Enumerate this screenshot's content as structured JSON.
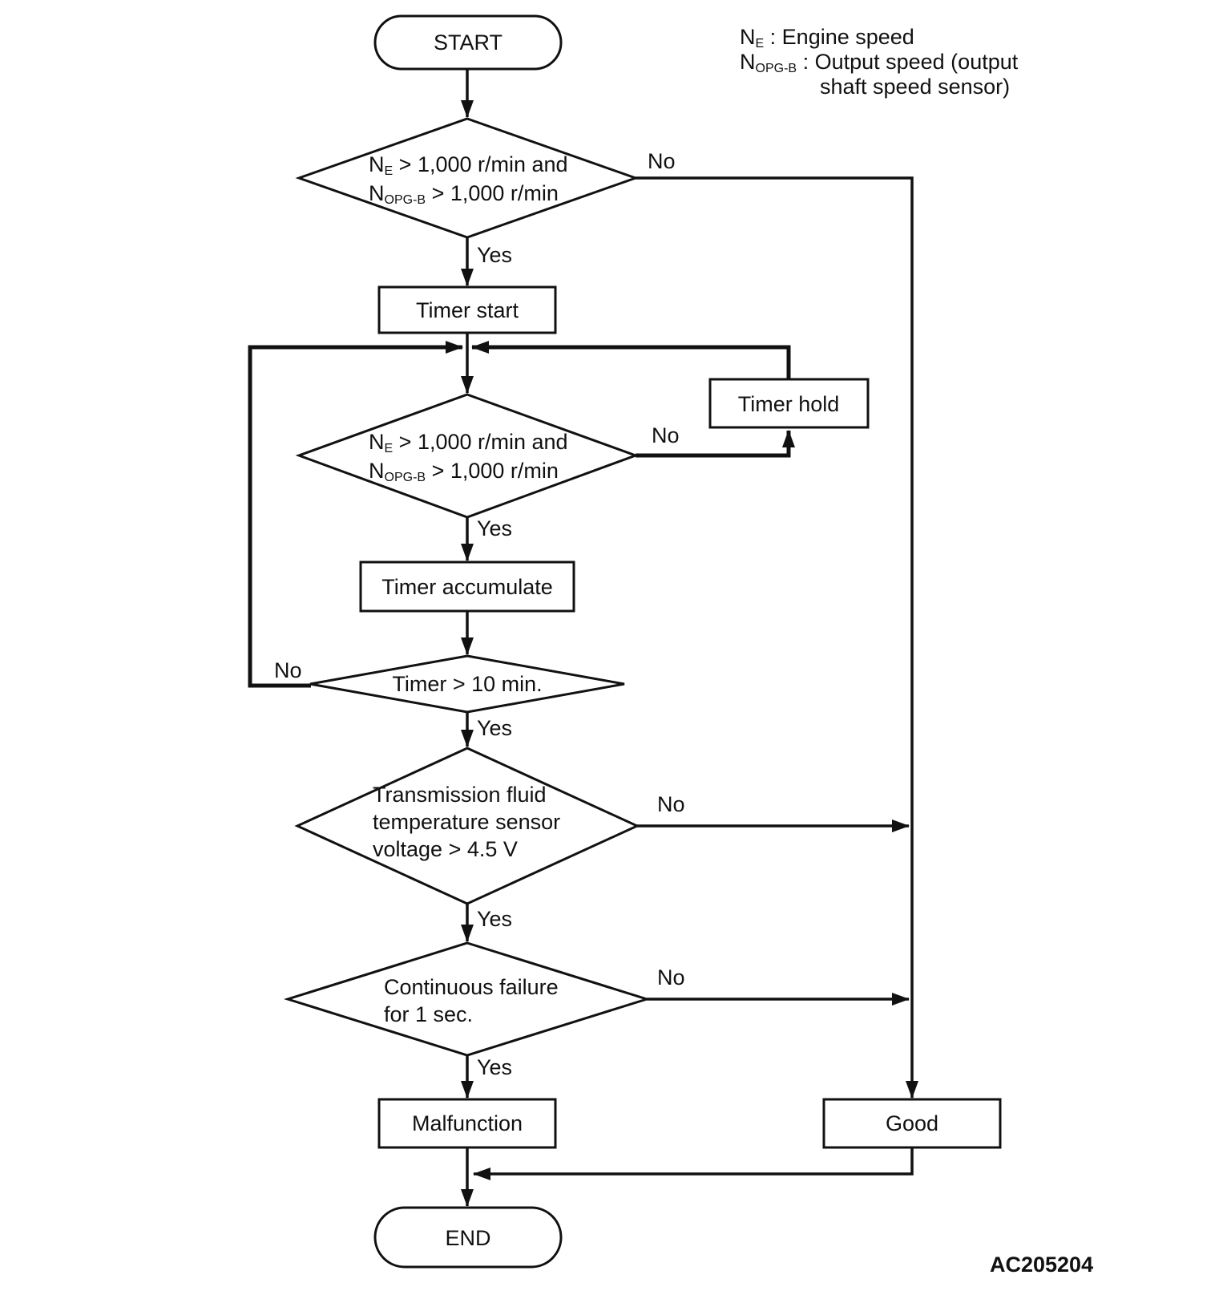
{
  "labels": {
    "yes": "Yes",
    "no": "No"
  },
  "legend": {
    "line1": {
      "base": "N",
      "sub": "E",
      "rest": " : Engine speed"
    },
    "line2": {
      "base": "N",
      "sub": "OPG-B",
      "rest": " : Output speed (output"
    },
    "line3": "shaft speed sensor)"
  },
  "nodes": {
    "start": {
      "label": "START"
    },
    "check_speed_1": {
      "line1": {
        "base": "N",
        "sub": "E",
        "rest": " > 1,000 r/min and"
      },
      "line2": {
        "base": "N",
        "sub": "OPG-B",
        "rest": " > 1,000 r/min"
      }
    },
    "timer_start": {
      "label": "Timer start"
    },
    "timer_hold": {
      "label": "Timer hold"
    },
    "check_speed_2": {
      "line1": {
        "base": "N",
        "sub": "E",
        "rest": " > 1,000 r/min and"
      },
      "line2": {
        "base": "N",
        "sub": "OPG-B",
        "rest": " > 1,000 r/min"
      }
    },
    "timer_accumulate": {
      "label": "Timer accumulate"
    },
    "check_timer": {
      "label": "Timer > 10 min."
    },
    "check_voltage": {
      "line1": "Transmission fluid",
      "line2": "temperature sensor",
      "line3": "voltage > 4.5 V"
    },
    "check_failure": {
      "line1": "Continuous failure",
      "line2": "for 1 sec."
    },
    "malfunction": {
      "label": "Malfunction"
    },
    "good": {
      "label": "Good"
    },
    "end": {
      "label": "END"
    }
  },
  "edges": [
    {
      "from": "start",
      "to": "check_speed_1",
      "label": ""
    },
    {
      "from": "check_speed_1",
      "to": "timer_start",
      "label": "Yes"
    },
    {
      "from": "check_speed_1",
      "to": "good",
      "label": "No"
    },
    {
      "from": "timer_start",
      "to": "check_speed_2",
      "label": ""
    },
    {
      "from": "check_speed_2",
      "to": "timer_accumulate",
      "label": "Yes"
    },
    {
      "from": "check_speed_2",
      "to": "timer_hold",
      "label": "No"
    },
    {
      "from": "timer_hold",
      "to": "check_speed_2",
      "label": ""
    },
    {
      "from": "timer_accumulate",
      "to": "check_timer",
      "label": ""
    },
    {
      "from": "check_timer",
      "to": "check_voltage",
      "label": "Yes"
    },
    {
      "from": "check_timer",
      "to": "check_speed_2",
      "label": "No"
    },
    {
      "from": "check_voltage",
      "to": "check_failure",
      "label": "Yes"
    },
    {
      "from": "check_voltage",
      "to": "good",
      "label": "No"
    },
    {
      "from": "check_failure",
      "to": "malfunction",
      "label": "Yes"
    },
    {
      "from": "check_failure",
      "to": "good",
      "label": "No"
    },
    {
      "from": "malfunction",
      "to": "end",
      "label": ""
    },
    {
      "from": "good",
      "to": "end",
      "label": ""
    }
  ],
  "figure_code": "AC205204",
  "colors": {
    "ink": "#111111",
    "background": "#ffffff"
  }
}
